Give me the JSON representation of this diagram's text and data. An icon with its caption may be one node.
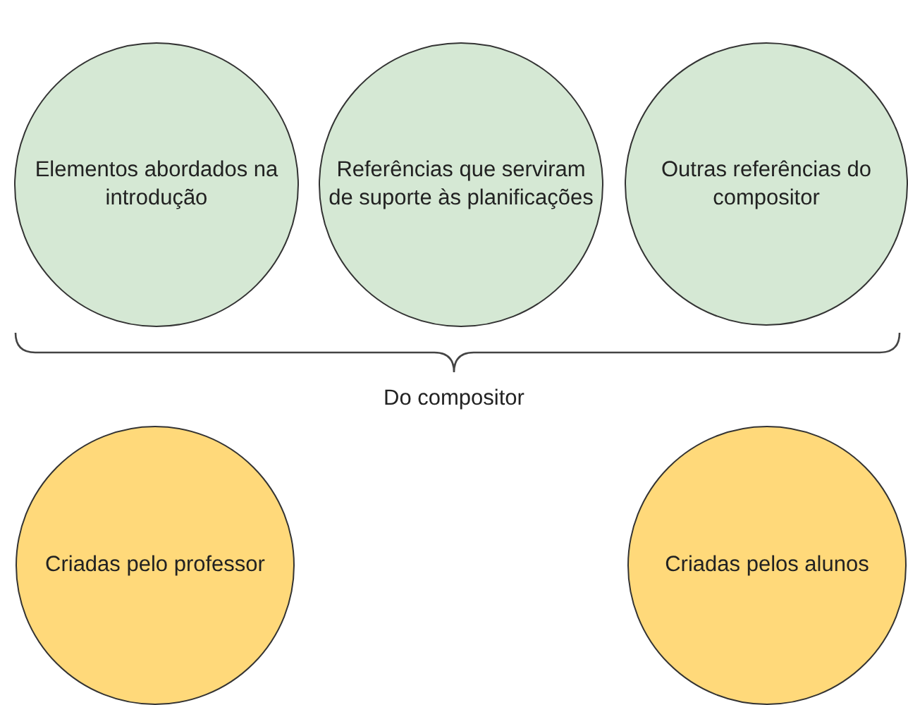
{
  "diagram": {
    "nodes": [
      {
        "text": [
          "Elementos abordados na introdução"
        ]
      },
      {
        "text": [
          "Referências que serviram de suporte às planificações"
        ]
      },
      {
        "text": [
          "Outras referências do compositor"
        ]
      },
      {
        "text": [
          "Criadas pelo professor"
        ]
      },
      {
        "text": [
          "Criadas pelos alunos"
        ]
      }
    ],
    "labels": [
      "Do compositor"
    ]
  }
}
